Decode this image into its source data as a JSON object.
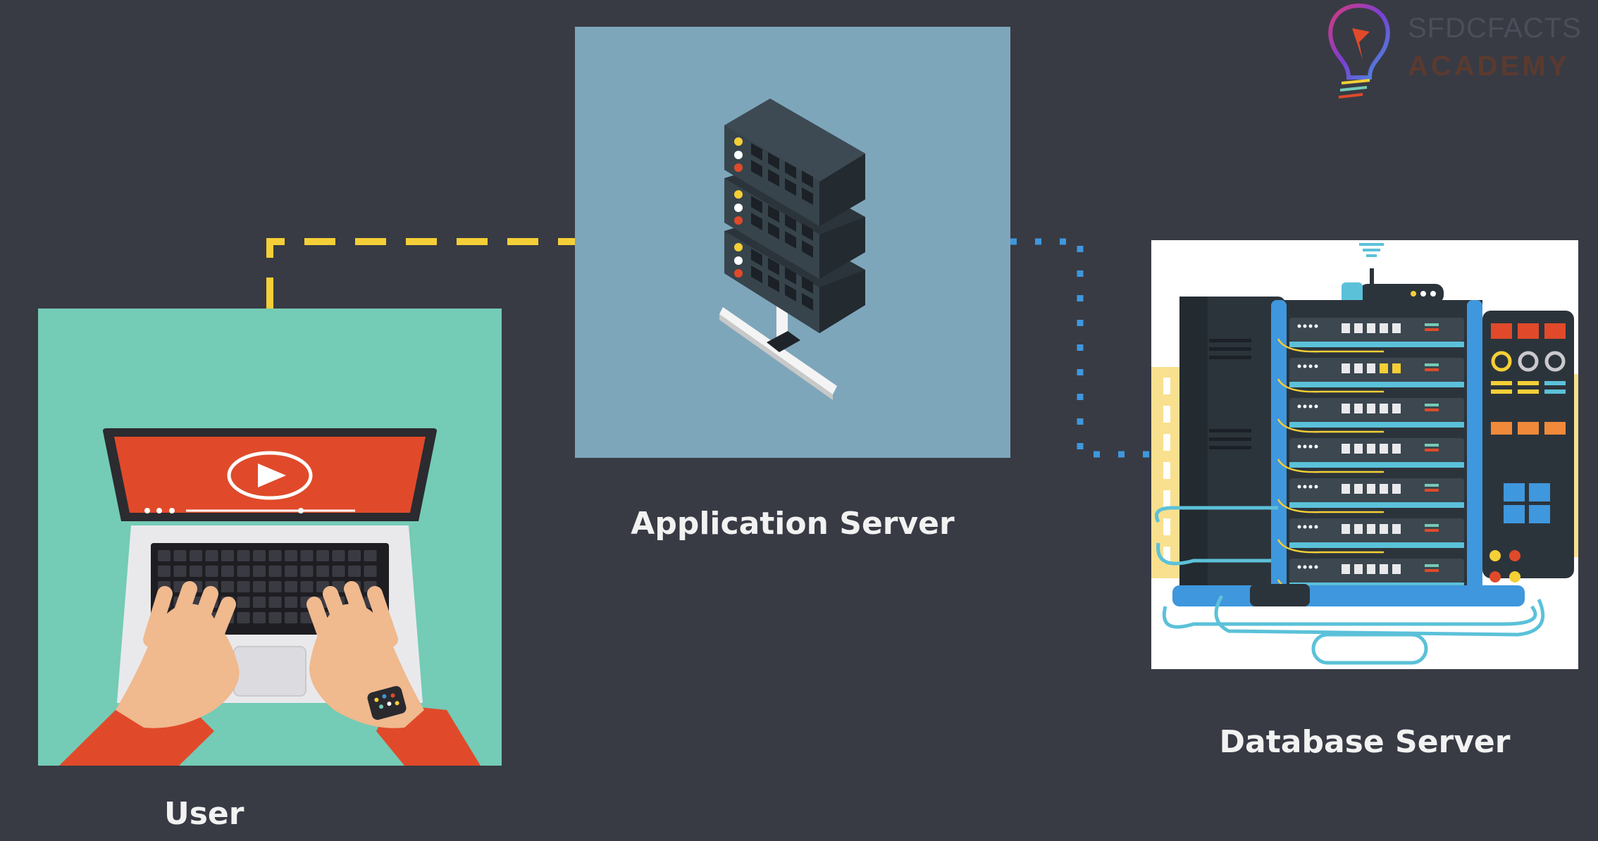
{
  "diagram": {
    "nodes": {
      "user": {
        "label": "User"
      },
      "app_server": {
        "label": "Application Server"
      },
      "db_server": {
        "label": "Database Server"
      }
    },
    "edges": [
      {
        "from": "user",
        "to": "app_server",
        "style": "dashed",
        "color": "#f5cf37"
      },
      {
        "from": "app_server",
        "to": "db_server",
        "style": "dotted",
        "color": "#3f97dd"
      }
    ]
  },
  "logo": {
    "line1": "SFDCFACTS",
    "line2": "ACADEMY"
  },
  "colors": {
    "background": "#383b44",
    "user_panel": "#74cbb6",
    "app_panel": "#7ea6bb",
    "db_panel": "#ffffff",
    "label_text": "#f2f2f2"
  },
  "icons": {
    "user": "laptop-video-player-icon",
    "app_server": "server-rack-icon",
    "db_server": "database-rack-icon",
    "logo": "lightbulb-logo-icon"
  }
}
